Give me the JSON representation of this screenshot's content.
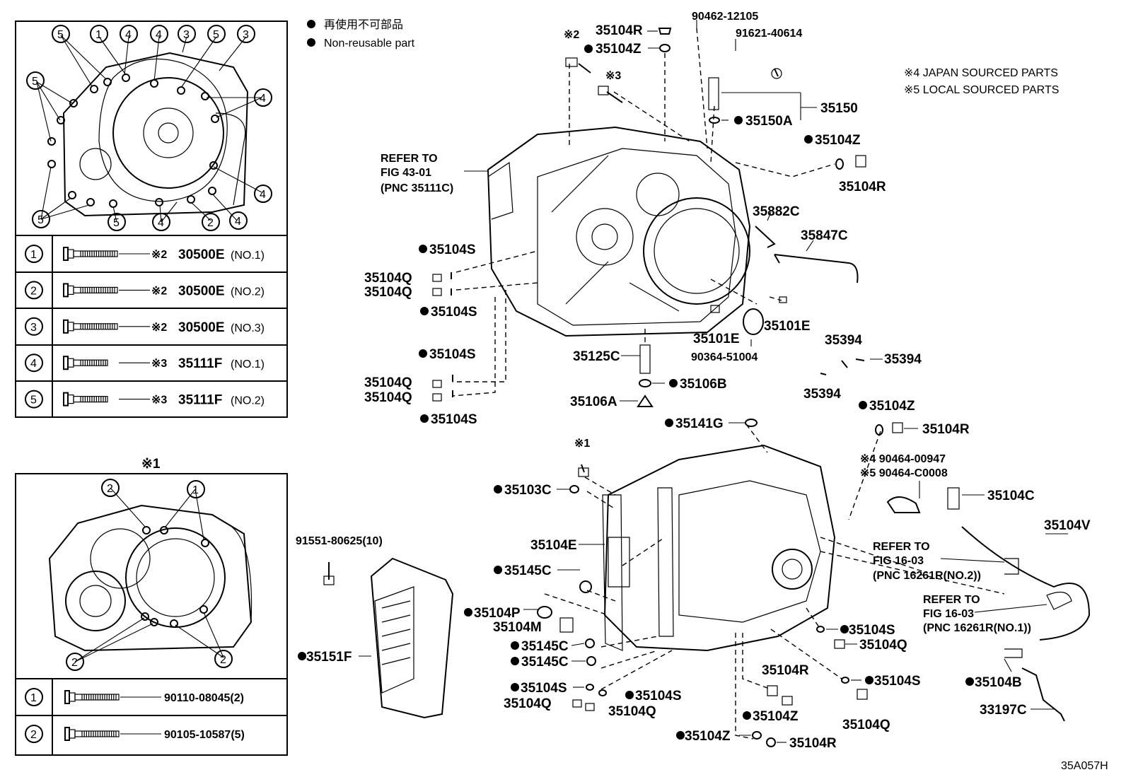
{
  "legend": {
    "jp_text": "再使用不可部品",
    "en_text": "Non-reusable part"
  },
  "notes": {
    "note4": "※4 JAPAN SOURCED PARTS",
    "note5": "※5 LOCAL SOURCED PARTS"
  },
  "figure_code": "35A057H",
  "inset_top": {
    "bolt_rows": [
      {
        "num": "1",
        "mark": "※2",
        "part": "30500E",
        "qual": "(NO.1)"
      },
      {
        "num": "2",
        "mark": "※2",
        "part": "30500E",
        "qual": "(NO.2)"
      },
      {
        "num": "3",
        "mark": "※2",
        "part": "30500E",
        "qual": "(NO.3)"
      },
      {
        "num": "4",
        "mark": "※3",
        "part": "35111F",
        "qual": "(NO.1)"
      },
      {
        "num": "5",
        "mark": "※3",
        "part": "35111F",
        "qual": "(NO.2)"
      }
    ]
  },
  "inset_bottom": {
    "title": "※1",
    "bolt_rows": [
      {
        "num": "1",
        "part": "90110-08045(2)"
      },
      {
        "num": "2",
        "part": "90105-10587(5)"
      }
    ]
  },
  "labels": {
    "mark2": "※2",
    "mark3": "※3",
    "mark1": "※1",
    "p35104R_a": "35104R",
    "p35104Z_a": "35104Z",
    "p90462": "90462-12105",
    "p91621": "91621-40614",
    "p35150": "35150",
    "p35150A": "35150A",
    "p35104Z_b": "35104Z",
    "p35104R_b": "35104R",
    "refer1_l1": "REFER TO",
    "refer1_l2": "FIG 43-01",
    "refer1_l3": "(PNC 35111C)",
    "p35882C": "35882C",
    "p35847C": "35847C",
    "p35104S_a": "35104S",
    "p35104Q_a": "35104Q",
    "p35104Q_b": "35104Q",
    "p35104S_b": "35104S",
    "p35101E_a": "35101E",
    "p35101E_b": "35101E",
    "p90364": "90364-51004",
    "p35394_a": "35394",
    "p35394_b": "35394",
    "p35394_c": "35394",
    "p35104S_c": "35104S",
    "p35104Q_c": "35104Q",
    "p35104Q_d": "35104Q",
    "p35104S_d": "35104S",
    "p35125C": "35125C",
    "p35106B": "35106B",
    "p35106A": "35106A",
    "p35104Z_c": "35104Z",
    "p35104R_c": "35104R",
    "p35141G": "35141G",
    "p90464_a": "※4 90464-00947",
    "p90464_b": "※5 90464-C0008",
    "p35103C": "35103C",
    "p35104C": "35104C",
    "p35104V": "35104V",
    "p91551": "91551-80625(10)",
    "p35104E": "35104E",
    "refer2_l1": "REFER TO",
    "refer2_l2": "FIG 16-03",
    "refer2_l3": "(PNC 16261R(NO.2))",
    "p35145C_a": "35145C",
    "refer3_l1": "REFER TO",
    "refer3_l2": "FIG 16-03",
    "refer3_l3": "(PNC 16261R(NO.1))",
    "p35104P": "35104P",
    "p35104M": "35104M",
    "p35104S_e": "35104S",
    "p35104Q_e": "35104Q",
    "p35151F": "35151F",
    "p35145C_b": "35145C",
    "p35145C_c": "35145C",
    "p35104R_d": "35104R",
    "p35104S_f": "35104S",
    "p35104B": "35104B",
    "p35104S_g": "35104S",
    "p35104S_h": "35104S",
    "p35104Q_f": "35104Q",
    "p35104Q_g": "35104Q",
    "p35104Z_d": "35104Z",
    "p35104Q_h": "35104Q",
    "p33197C": "33197C",
    "p35104Z_e": "35104Z",
    "p35104R_e": "35104R"
  }
}
